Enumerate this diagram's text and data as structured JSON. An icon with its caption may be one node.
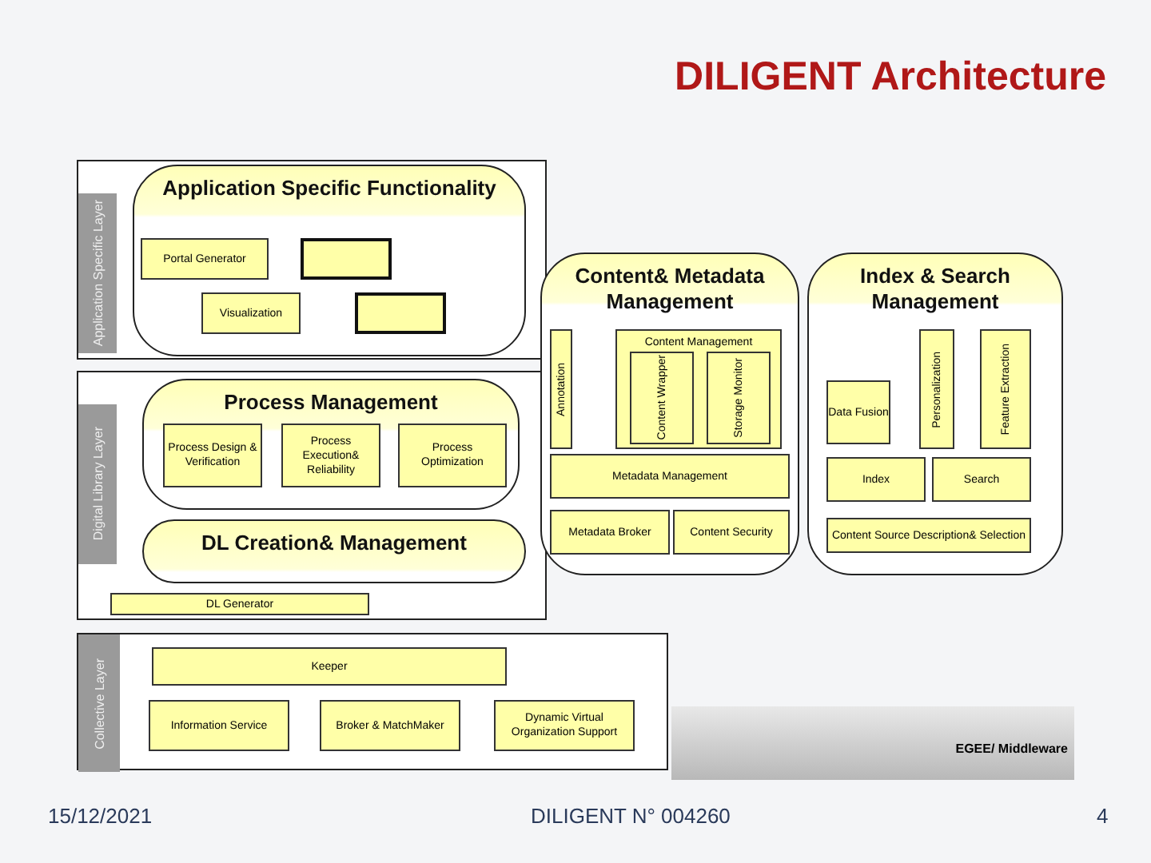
{
  "diagram": {
    "title": "DILIGENT Architecture",
    "nodes": [
      {
        "text": [
          "Application Specific Layer"
        ]
      },
      {
        "text": [
          "Application Specific Functionality"
        ],
        "in": 0
      },
      {
        "text": [
          "Portal Generator"
        ],
        "in": 1
      },
      {
        "text": [],
        "shape": "box",
        "in": 1
      },
      {
        "text": [
          "Visualization"
        ],
        "in": 1
      },
      {
        "text": [],
        "shape": "box",
        "in": 1
      },
      {
        "text": [
          "Digital Library Layer"
        ]
      },
      {
        "text": [
          "Process Management"
        ],
        "in": 6
      },
      {
        "text": [
          "Process Design & Verification"
        ],
        "in": 7
      },
      {
        "text": [
          "Process Execution& Reliability"
        ],
        "in": 7
      },
      {
        "text": [
          "Process Optimization"
        ],
        "in": 7
      },
      {
        "text": [
          "DL Creation& Management"
        ],
        "in": 6
      },
      {
        "text": [
          "DL Generator"
        ],
        "in": 6
      },
      {
        "text": [
          "Content& Metadata Management"
        ]
      },
      {
        "text": [
          "Annotation"
        ],
        "in": 13
      },
      {
        "text": [
          "Content Management"
        ],
        "in": 13
      },
      {
        "text": [
          "Content Wrapper"
        ],
        "in": 15
      },
      {
        "text": [
          "Storage Monitor"
        ],
        "in": 15
      },
      {
        "text": [
          "Metadata Management"
        ],
        "in": 13
      },
      {
        "text": [
          "Metadata Broker"
        ],
        "in": 13
      },
      {
        "text": [
          "Content Security"
        ],
        "in": 13
      },
      {
        "text": [
          "Index & Search Management"
        ]
      },
      {
        "text": [
          "Data Fusion"
        ],
        "in": 21
      },
      {
        "text": [
          "Personalization"
        ],
        "in": 21
      },
      {
        "text": [
          "Feature Extraction"
        ],
        "in": 21
      },
      {
        "text": [
          "Index"
        ],
        "in": 21
      },
      {
        "text": [
          "Search"
        ],
        "in": 21
      },
      {
        "text": [
          "Content Source Description& Selection"
        ],
        "in": 21
      },
      {
        "text": [
          "Collective Layer"
        ]
      },
      {
        "text": [
          "Keeper"
        ],
        "in": 28
      },
      {
        "text": [
          "Information Service"
        ],
        "in": 28
      },
      {
        "text": [
          "Broker & MatchMaker"
        ],
        "in": 28
      },
      {
        "text": [
          "Dynamic Virtual Organization Support"
        ],
        "in": 28
      },
      {
        "text": [
          "EGEE/ Middleware"
        ]
      }
    ],
    "edges": [],
    "labels": [
      "15/12/2021",
      "DILIGENT N° 004260",
      "4"
    ]
  }
}
